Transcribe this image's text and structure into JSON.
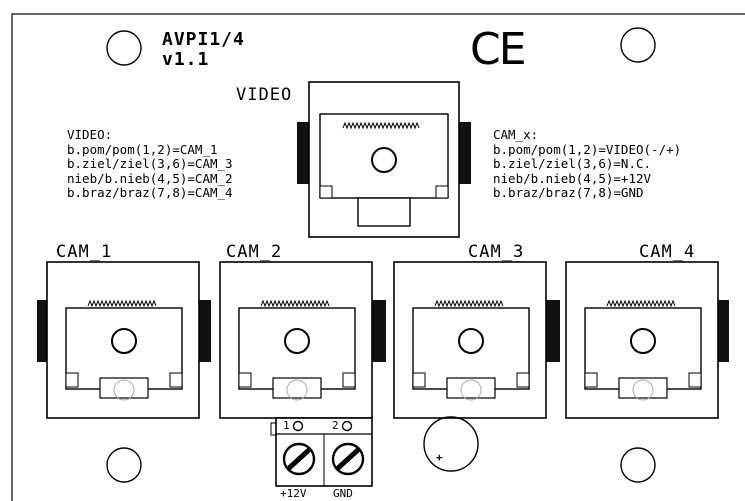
{
  "board": {
    "name": "AVPI1/4",
    "version": "v1.1",
    "ce_mark": "CE"
  },
  "video_connector": {
    "label": "VIDEO"
  },
  "video_pinout": {
    "lines": [
      "VIDEO:",
      "b.pom/pom(1,2)=CAM_1",
      "b.ziel/ziel(3,6)=CAM_3",
      "nieb/b.nieb(4,5)=CAM_2",
      "b.braz/braz(7,8)=CAM_4"
    ]
  },
  "cam_pinout": {
    "lines": [
      "CAM_x:",
      "b.pom/pom(1,2)=VIDEO(-/+)",
      "b.ziel/ziel(3,6)=N.C.",
      "nieb/b.nieb(4,5)=+12V",
      "b.braz/braz(7,8)=GND"
    ]
  },
  "cam_connectors": [
    {
      "label": "CAM_1"
    },
    {
      "label": "CAM_2"
    },
    {
      "label": "CAM_3"
    },
    {
      "label": "CAM_4"
    }
  ],
  "terminal_block": {
    "pin1": "1",
    "pin2": "2",
    "left_label": "+12V",
    "right_label": "GND"
  },
  "capacitor": {
    "polarity": "+"
  },
  "colors": {
    "ink": "#000000",
    "panel": "#ffffff",
    "jack_tab": "#111111"
  }
}
